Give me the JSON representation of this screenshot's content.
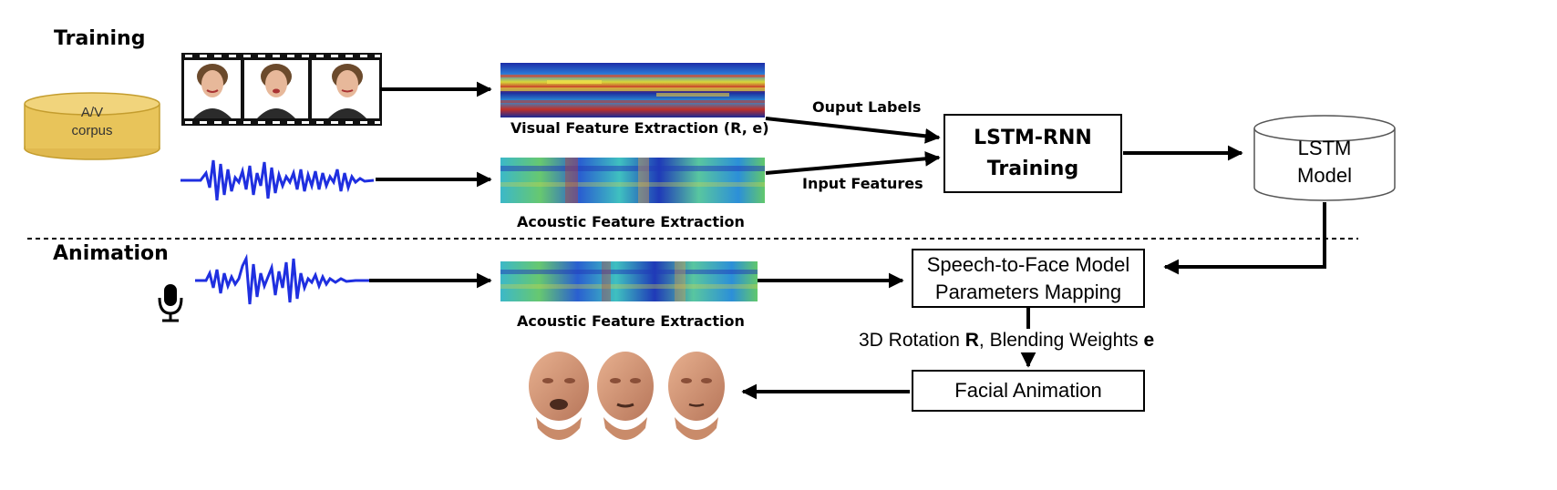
{
  "training": {
    "section_label": "Training",
    "corpus": {
      "line1": "A/V",
      "line2": "corpus"
    },
    "visual_feature_caption": "Visual Feature Extraction (R, e)",
    "acoustic_feature_caption": "Acoustic Feature Extraction",
    "output_labels": "Ouput Labels",
    "input_features": "Input Features",
    "lstm_training": {
      "line1": "LSTM-RNN",
      "line2": "Training"
    },
    "lstm_model": {
      "line1": "LSTM",
      "line2": "Model"
    }
  },
  "animation": {
    "section_label": "Animation",
    "acoustic_feature_caption": "Acoustic Feature Extraction",
    "mapping": {
      "line1": "Speech-to-Face Model",
      "line2": "Parameters Mapping"
    },
    "params_prefix": "3D Rotation ",
    "params_r": "R",
    "params_mid": ", Blending Weights ",
    "params_e": "e",
    "facial_animation": "Facial Animation"
  },
  "colors": {
    "corpus_fill": "#e8c45a",
    "waveform": "#1f2fe0",
    "line": "#000000"
  },
  "icons": [
    "face-frame-icon",
    "waveform-icon",
    "microphone-icon",
    "3d-face-icon",
    "database-icon"
  ]
}
